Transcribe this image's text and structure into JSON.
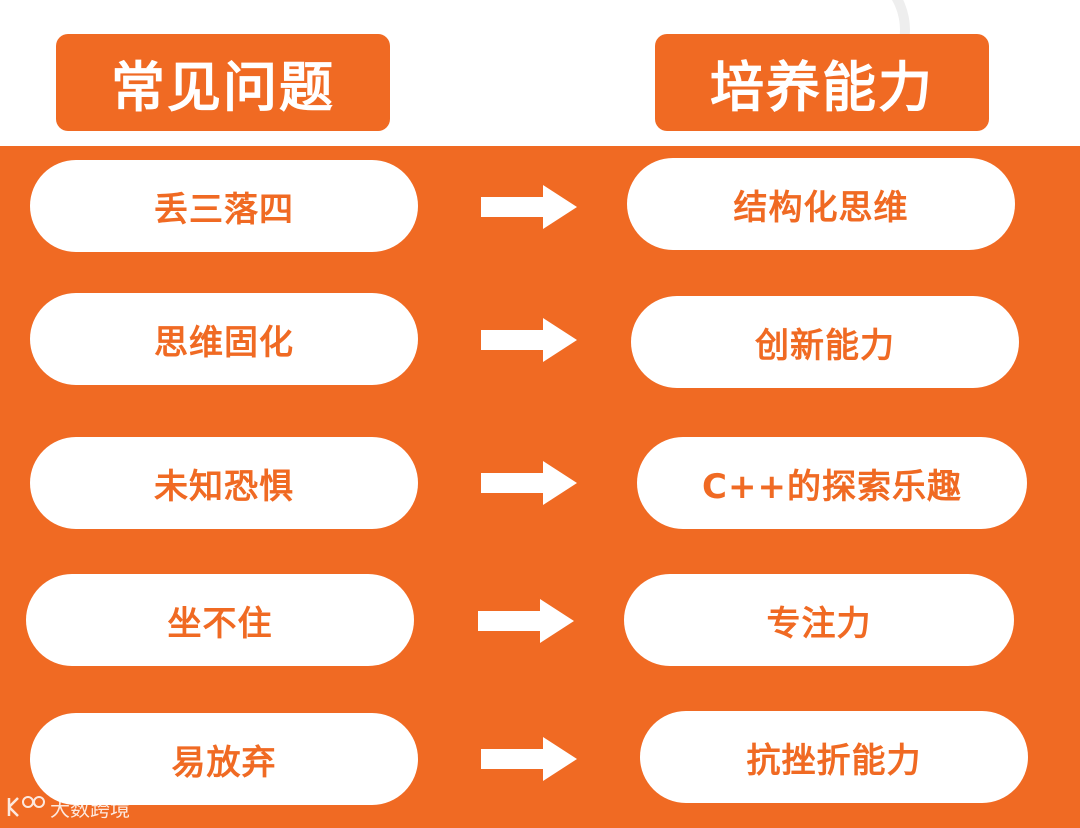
{
  "headers": {
    "left": "常见问题",
    "right": "培养能力"
  },
  "rows": [
    {
      "problem": "丢三落四",
      "ability": "结构化思维"
    },
    {
      "problem": "思维固化",
      "ability": "创新能力"
    },
    {
      "problem": "未知恐惧",
      "ability": "C++的探索乐趣"
    },
    {
      "problem": "坐不住",
      "ability": "专注力"
    },
    {
      "problem": "易放弃",
      "ability": "抗挫折能力"
    }
  ],
  "logo": {
    "text": "大数跨境"
  },
  "colors": {
    "accent": "#f06a23",
    "pill": "#ffffff"
  },
  "icons": {
    "arrow": "right-arrow-icon",
    "logo": "brand-logo-icon"
  }
}
